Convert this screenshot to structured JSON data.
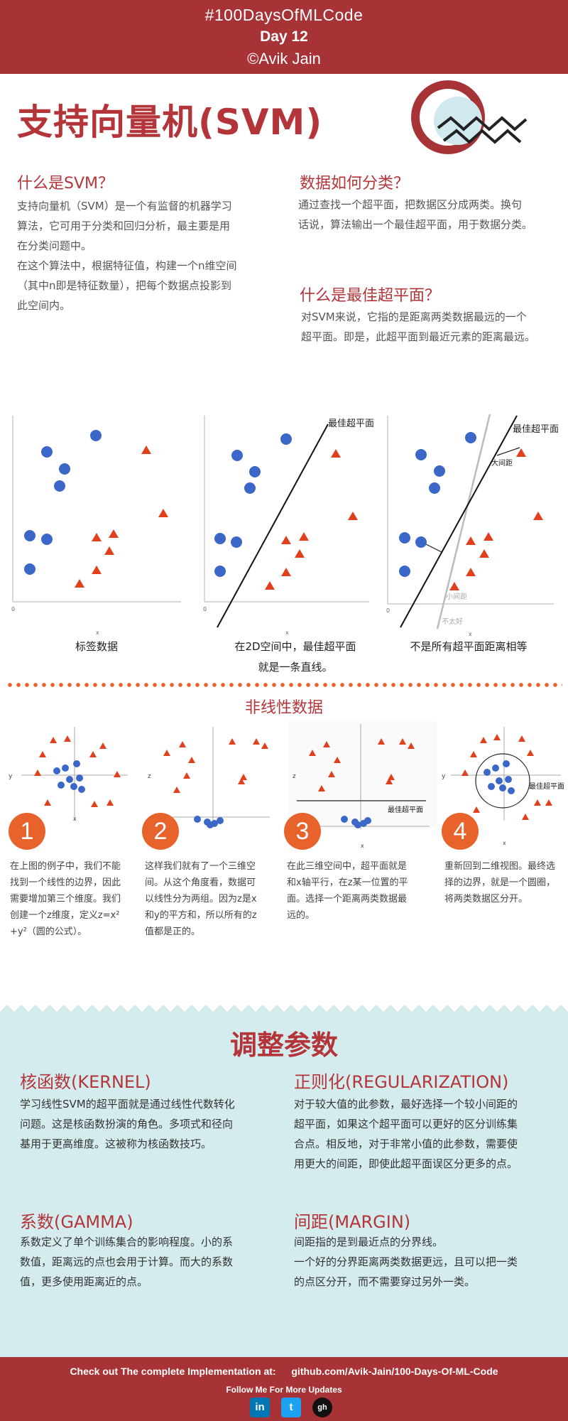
{
  "header": {
    "hashtag": "#100DaysOfMLCode",
    "day": "Day 12",
    "author": "©Avik Jain"
  },
  "title": "支持向量机(SVM)",
  "colors": {
    "brand_red": "#a73337",
    "accent_orange": "#e8622c",
    "point_blue": "#3b67c9",
    "teal_bg": "#d5ecee"
  },
  "intro": {
    "what_title": "什么是SVM？",
    "what_text_1": [
      "支持向量机（SVM）是一个有监督的机器学习",
      "算法，它可用于分类和回归分析，最主要是用",
      "在分类问题中。"
    ],
    "what_text_2": [
      "在这个算法中，根据特征值，构建一个n维空间",
      "（其中n即是特征数量），把每个数据点投影到",
      "此空间内。"
    ],
    "how_title": "数据如何分类？",
    "how_text": [
      "通过查找一个超平面，把数据区分成两类。换句",
      "话说，算法输出一个最佳超平面，用于数据分类。"
    ],
    "best_title": "什么是最佳超平面？",
    "best_text": [
      "对SVM来说，它指的是距离两类数据最远的一个",
      "超平面。即是，此超平面到最近元素的距离最远。"
    ]
  },
  "linear_panels": {
    "hyperplane_label": "最佳超平面",
    "big_margin_label": "大间距",
    "small_margin_label": "小间距",
    "not_good_label": "不太好",
    "origin": "0",
    "x_axis": "x",
    "captions": [
      "标签数据",
      "在2D空间中，最佳超平面",
      "就是一条直线。",
      "不是所有超平面距离相等"
    ]
  },
  "nonlinear": {
    "title": "非线性数据",
    "axis_x": "x",
    "axis_y": "y",
    "axis_z": "z",
    "hyperplane_label": "最佳超平面",
    "steps": [
      {
        "num": "1",
        "lines": [
          "在上图的例子中，我们不能",
          "找到一个线性的边界，因此",
          "需要增加第三个维度。我们",
          "创建一个z维度，定义z=x²",
          "+y²（圆的公式）。"
        ]
      },
      {
        "num": "2",
        "lines": [
          "这样我们就有了一个三维空",
          "间。从这个角度看，数据可",
          "以线性分为两组。因为z是x",
          "和y的平方和，所以所有的z",
          "值都是正的。"
        ]
      },
      {
        "num": "3",
        "lines": [
          "在此三维空间中，超平面就是",
          "和x轴平行，在z某一位置的平",
          "面。选择一个距离两类数据最",
          "远的。"
        ]
      },
      {
        "num": "4",
        "lines": [
          "重新回到二维视图。最终选",
          "择的边界，就是一个圆圈，",
          "将两类数据区分开。"
        ]
      }
    ]
  },
  "tuning": {
    "title": "调整参数",
    "kernel_title": "核函数(KERNEL)",
    "kernel_text": [
      "学习线性SVM的超平面就是通过线性代数转化",
      "问题。这是核函数扮演的角色。多项式和径向",
      "基用于更高维度。这被称为核函数技巧。"
    ],
    "reg_title": "正则化(REGULARIZATION)",
    "reg_text": [
      "对于较大值的此参数，最好选择一个较小间距的",
      "超平面，如果这个超平面可以更好的区分训练集",
      "合点。相反地，对于非常小值的此参数，需要使",
      "用更大的间距，即使此超平面误区分更多的点。"
    ],
    "gamma_title": "系数(GAMMA)",
    "gamma_text": [
      "系数定义了单个训练集合的影响程度。小的系",
      "数值，距离远的点也会用于计算。而大的系数",
      "值，更多使用距离近的点。"
    ],
    "margin_title": "间距(MARGIN)",
    "margin_text": [
      "间距指的是到最近点的分界线。",
      "一个好的分界距离两类数据更远，且可以把一类",
      "的点区分开，而不需要穿过另外一类。"
    ]
  },
  "footer": {
    "impl_label": "Check out The complete Implementation at:",
    "repo": "github.com/Avik-Jain/100-Days-Of-ML-Code",
    "follow": "Follow Me For More Updates",
    "social": [
      "in",
      "t",
      "gh"
    ],
    "social_icons": [
      "linkedin-icon",
      "twitter-icon",
      "github-icon"
    ]
  }
}
